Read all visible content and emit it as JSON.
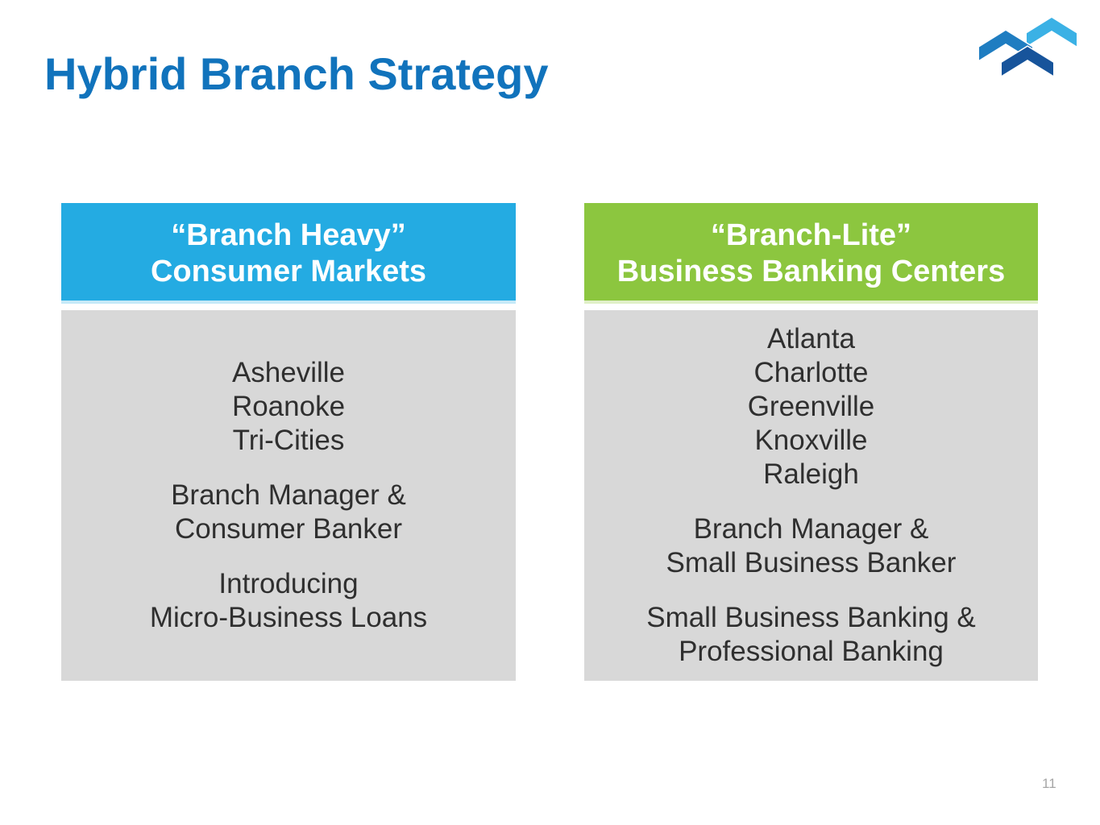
{
  "slide": {
    "title": "Hybrid Branch Strategy",
    "page_number": "11"
  },
  "colors": {
    "title_blue": "#1173BC",
    "header_blue": "#24ABE2",
    "header_green": "#8CC63F",
    "body_gray": "#D8D8D8",
    "body_text": "#2F2F2F",
    "page_number_gray": "#A6A6A6",
    "logo_light_blue": "#3BB1E5",
    "logo_mid_blue": "#1F7DC1",
    "logo_dark_blue": "#17549B"
  },
  "columns": [
    {
      "name": "Branch Heavy",
      "header": {
        "line1": "“Branch Heavy”",
        "line2": "Consumer Markets"
      },
      "body": {
        "markets": [
          "Asheville",
          "Roanoke",
          "Tri-Cities"
        ],
        "staffing": [
          "Branch Manager &",
          "Consumer Banker"
        ],
        "offering": [
          "Introducing",
          "Micro-Business Loans"
        ]
      }
    },
    {
      "name": "Branch-Lite",
      "header": {
        "line1": "“Branch-Lite”",
        "line2": "Business Banking Centers"
      },
      "body": {
        "markets": [
          "Atlanta",
          "Charlotte",
          "Greenville",
          "Knoxville",
          "Raleigh"
        ],
        "staffing": [
          "Branch Manager &",
          "Small Business Banker"
        ],
        "offering": [
          "Small Business Banking &",
          "Professional Banking"
        ]
      }
    }
  ]
}
